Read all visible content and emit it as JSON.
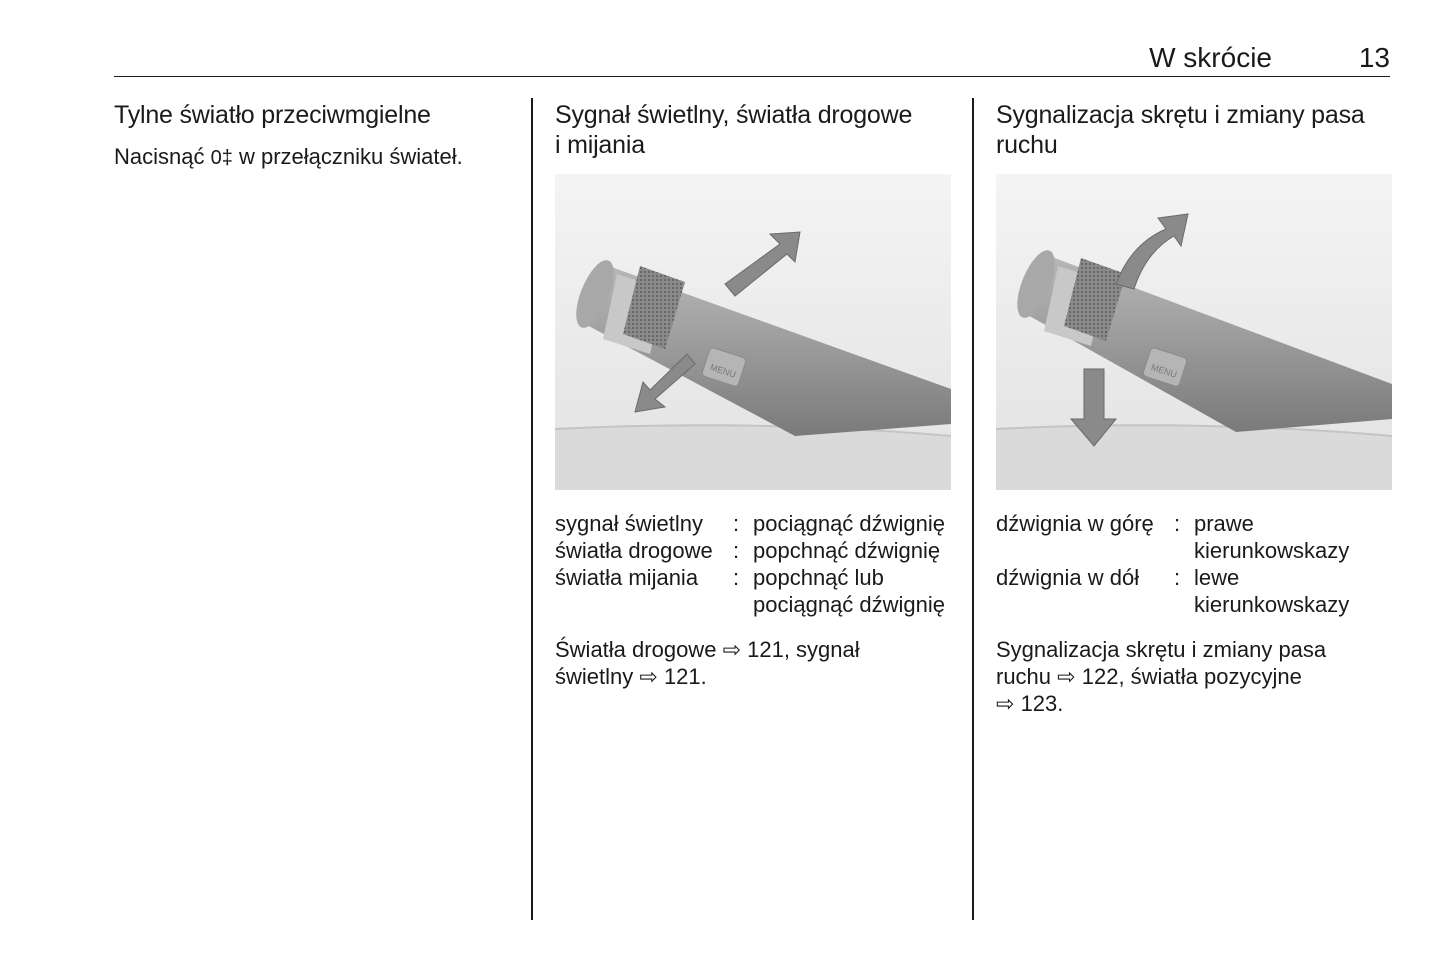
{
  "header": {
    "section": "W skrócie",
    "page": "13"
  },
  "col1": {
    "title": "Tylne światło przeciwmgielne",
    "text_before": "Nacisnąć",
    "symbol": "0‡",
    "text_after": "w przełączniku świateł."
  },
  "col2": {
    "title_line1": "Sygnał świetlny, światła drogowe",
    "title_line2": "i mijania",
    "figure_labels": {
      "menu": "MENU"
    },
    "items": [
      {
        "term": "sygnał świetlny",
        "colon": ":",
        "def": "pociągnąć dźwignię"
      },
      {
        "term": "światła drogowe",
        "colon": ":",
        "def": "popchnąć dźwignię"
      },
      {
        "term": "światła mijania",
        "colon": ":",
        "def": "popchnąć lub pociągnąć dźwignię"
      }
    ],
    "ref": {
      "part1": "Światła drogowe",
      "arrow": "⇨",
      "num1": "121, sygnał",
      "part2": "świetlny",
      "num2": "121."
    }
  },
  "col3": {
    "title_line1": "Sygnalizacja skrętu i zmiany pasa",
    "title_line2": "ruchu",
    "figure_labels": {
      "menu": "MENU"
    },
    "items": [
      {
        "term": "dźwignia w górę",
        "colon": ":",
        "def": "prawe kierunkowskazy"
      },
      {
        "term": "dźwignia w dół",
        "colon": ":",
        "def": "lewe kierunkowskazy"
      }
    ],
    "ref": {
      "line1": "Sygnalizacja skrętu i zmiany pasa",
      "part2": "ruchu",
      "arrow": "⇨",
      "num1": "122, światła pozycyjne",
      "num2": "123."
    }
  },
  "colors": {
    "text": "#1a1a1a",
    "figure_bg": "#e9e9e9",
    "lever": "#9a9a9a",
    "arrow": "#777777"
  }
}
